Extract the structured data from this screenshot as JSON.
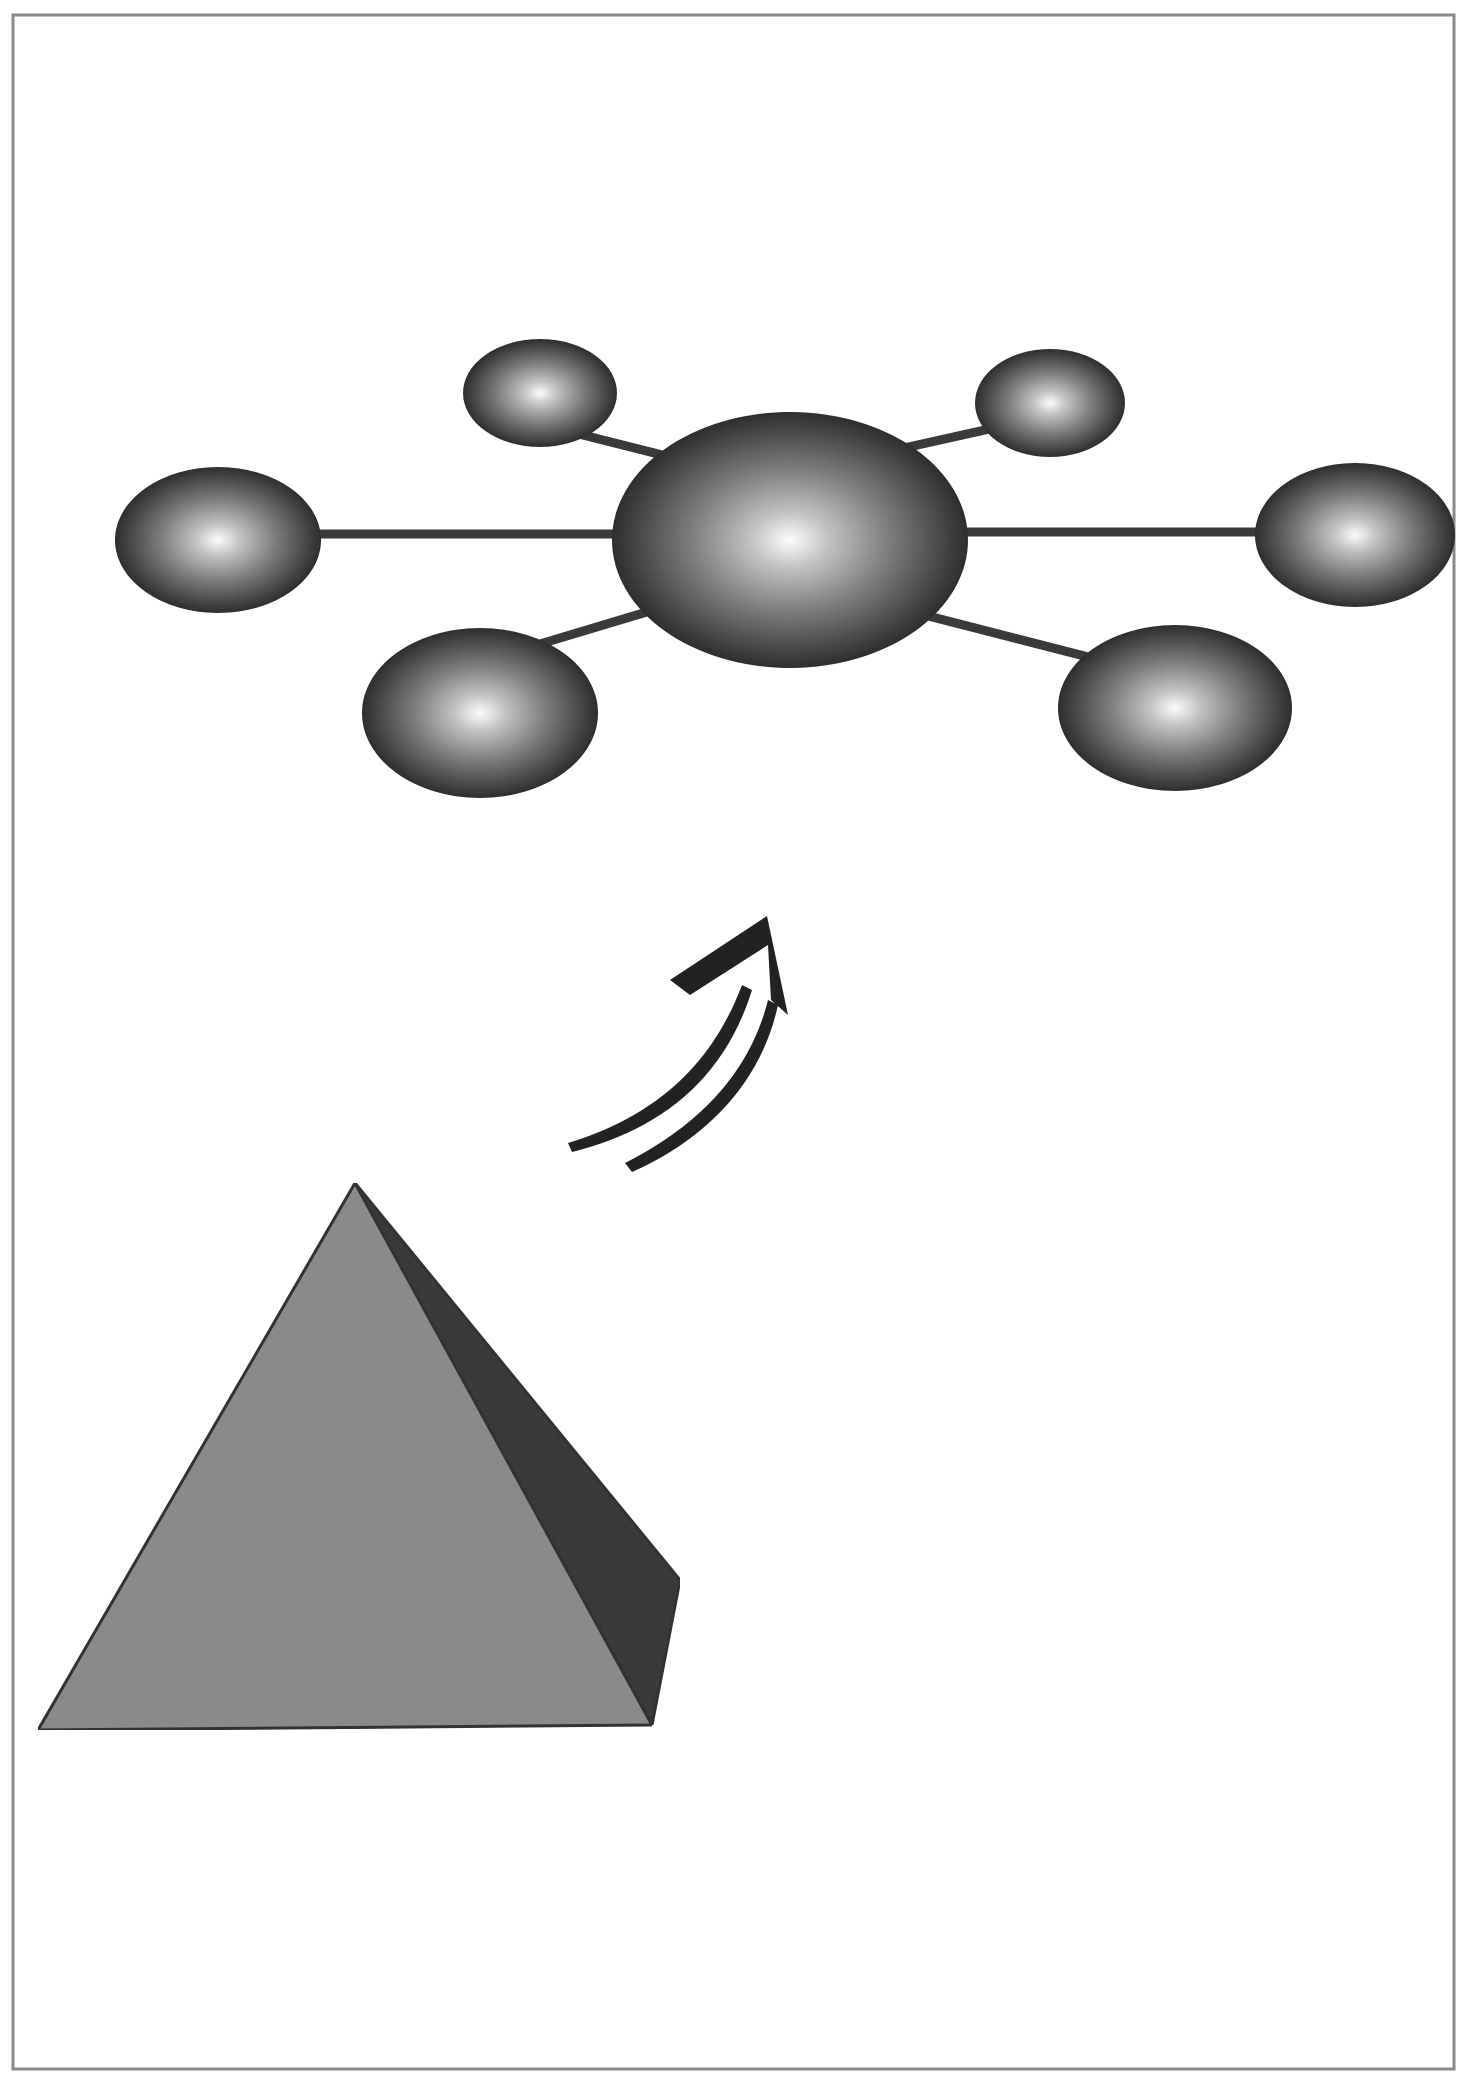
{
  "figure": {
    "panels": [
      {
        "name": "network",
        "depicts": "central-node-with-six-satellites"
      },
      {
        "name": "transition",
        "depicts": "double-curved-arrow"
      },
      {
        "name": "hierarchy",
        "depicts": "pyramid"
      }
    ],
    "network": {
      "hub_count": 1,
      "satellite_count": 6,
      "edges": [
        "hub-left",
        "hub-upper-left",
        "hub-upper-right",
        "hub-right",
        "hub-lower-left",
        "hub-lower-right"
      ]
    },
    "colors": {
      "frame": "#8a8a8a",
      "sphere_highlight": "#ffffff",
      "sphere_mid": "#8a8a8a",
      "sphere_shadow": "#2a2a2a",
      "edge": "#3a3a3a",
      "arrow": "#222222",
      "pyramid_front": "#8c8c8c",
      "pyramid_side": "#454545",
      "pyramid_edge": "#333333"
    }
  }
}
